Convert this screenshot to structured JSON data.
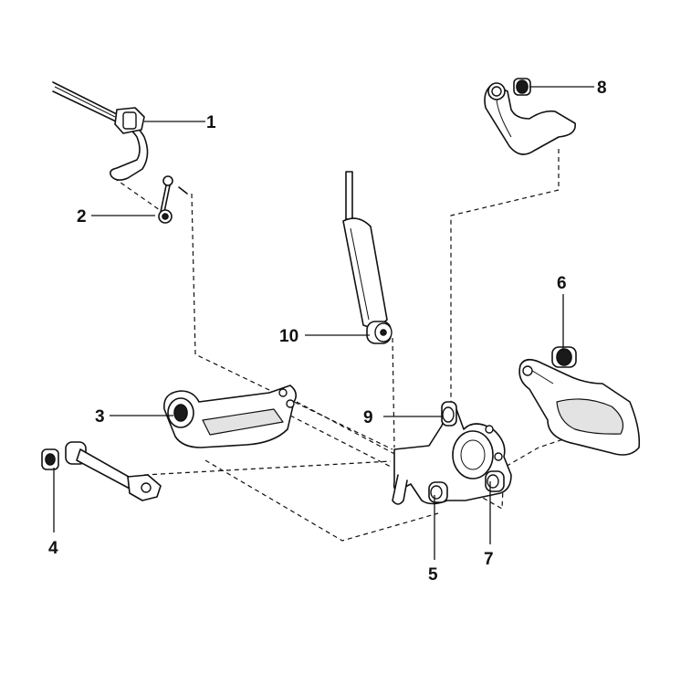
{
  "diagram": {
    "callouts": [
      {
        "id": "1",
        "label": "1"
      },
      {
        "id": "2",
        "label": "2"
      },
      {
        "id": "3",
        "label": "3"
      },
      {
        "id": "4",
        "label": "4"
      },
      {
        "id": "5",
        "label": "5"
      },
      {
        "id": "6",
        "label": "6"
      },
      {
        "id": "7",
        "label": "7"
      },
      {
        "id": "8",
        "label": "8"
      },
      {
        "id": "9",
        "label": "9"
      },
      {
        "id": "10",
        "label": "10"
      }
    ],
    "colors": {
      "line": "#111111",
      "background": "#ffffff",
      "bushing": "#1a1a1a",
      "shade": "#e3e3e3"
    }
  }
}
